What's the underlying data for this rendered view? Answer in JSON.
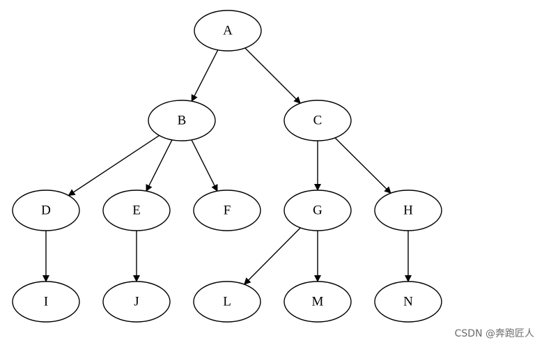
{
  "diagram": {
    "nodes": [
      {
        "id": "A",
        "label": "A"
      },
      {
        "id": "B",
        "label": "B"
      },
      {
        "id": "C",
        "label": "C"
      },
      {
        "id": "D",
        "label": "D"
      },
      {
        "id": "E",
        "label": "E"
      },
      {
        "id": "F",
        "label": "F"
      },
      {
        "id": "G",
        "label": "G"
      },
      {
        "id": "H",
        "label": "H"
      },
      {
        "id": "I",
        "label": "I"
      },
      {
        "id": "J",
        "label": "J"
      },
      {
        "id": "L",
        "label": "L"
      },
      {
        "id": "M",
        "label": "M"
      },
      {
        "id": "N",
        "label": "N"
      }
    ],
    "edges": [
      {
        "from": "A",
        "to": "B"
      },
      {
        "from": "A",
        "to": "C"
      },
      {
        "from": "B",
        "to": "D"
      },
      {
        "from": "B",
        "to": "E"
      },
      {
        "from": "B",
        "to": "F"
      },
      {
        "from": "C",
        "to": "G"
      },
      {
        "from": "C",
        "to": "H"
      },
      {
        "from": "D",
        "to": "I"
      },
      {
        "from": "E",
        "to": "J"
      },
      {
        "from": "G",
        "to": "L"
      },
      {
        "from": "G",
        "to": "M"
      },
      {
        "from": "H",
        "to": "N"
      }
    ]
  },
  "watermark": "CSDN @奔跑匠人"
}
